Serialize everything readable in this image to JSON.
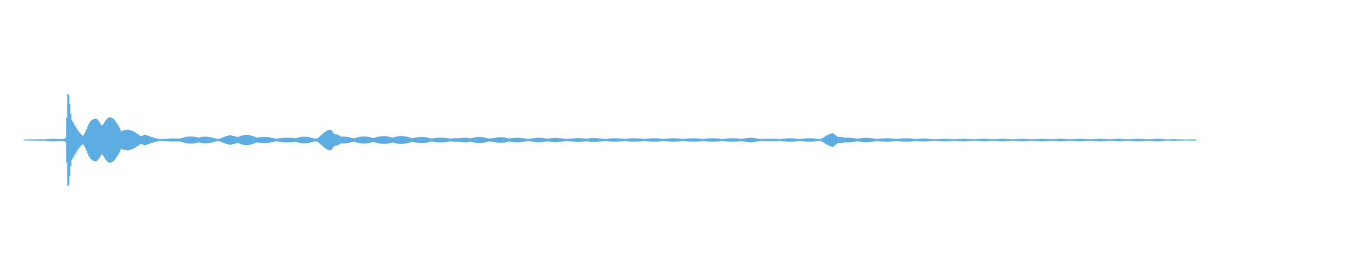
{
  "chart_data": {
    "type": "area",
    "description_kind": "audio-waveform",
    "title": "",
    "xlabel": "",
    "ylabel": "",
    "grid": false,
    "axes_visible": false,
    "legend": "none",
    "color": "#5dade2",
    "x_range": [
      0,
      1
    ],
    "y_range": [
      -1,
      1
    ],
    "series": [
      {
        "x": [
          0.0,
          0.01,
          0.02,
          0.03,
          0.035,
          0.037,
          0.04,
          0.043,
          0.046,
          0.05,
          0.055,
          0.062,
          0.066,
          0.072,
          0.08,
          0.086,
          0.091,
          0.097,
          0.103,
          0.108,
          0.114,
          0.12,
          0.128,
          0.135,
          0.142,
          0.15,
          0.165,
          0.175,
          0.185,
          0.195,
          0.205,
          0.215,
          0.225,
          0.235,
          0.25,
          0.262,
          0.27,
          0.28,
          0.29,
          0.3,
          0.31,
          0.32,
          0.335,
          0.345,
          0.355,
          0.366,
          0.37,
          0.378,
          0.39,
          0.4,
          0.41,
          0.42,
          0.43,
          0.44,
          0.45,
          0.46,
          0.47,
          0.48,
          0.49,
          0.5,
          0.515,
          0.53,
          0.545,
          0.56,
          0.575,
          0.59,
          0.605,
          0.62,
          0.635,
          0.65,
          0.665,
          0.68,
          0.69,
          0.7,
          0.715,
          0.73,
          0.745,
          0.76,
          0.775,
          0.79,
          0.805,
          0.82,
          0.835,
          0.85,
          0.865,
          0.88,
          0.895,
          0.91,
          0.925,
          0.94,
          0.955,
          0.97,
          0.985,
          1.0
        ],
        "y": [
          0.01,
          0.01,
          0.02,
          0.02,
          0.04,
          1.0,
          0.35,
          0.25,
          0.18,
          0.12,
          0.3,
          0.4,
          0.42,
          0.4,
          0.32,
          0.2,
          0.16,
          0.13,
          0.1,
          0.05,
          0.03,
          0.02,
          0.03,
          0.05,
          0.06,
          0.07,
          0.03,
          0.08,
          0.09,
          0.08,
          0.05,
          0.04,
          0.04,
          0.06,
          0.04,
          0.22,
          0.06,
          0.05,
          0.06,
          0.06,
          0.07,
          0.07,
          0.05,
          0.05,
          0.04,
          0.04,
          0.03,
          0.05,
          0.05,
          0.04,
          0.05,
          0.04,
          0.03,
          0.04,
          0.04,
          0.03,
          0.03,
          0.04,
          0.03,
          0.03,
          0.03,
          0.03,
          0.03,
          0.03,
          0.03,
          0.03,
          0.03,
          0.04,
          0.02,
          0.03,
          0.03,
          0.03,
          0.13,
          0.04,
          0.04,
          0.03,
          0.03,
          0.03,
          0.02,
          0.02,
          0.02,
          0.02,
          0.02,
          0.02,
          0.02,
          0.02,
          0.02,
          0.02,
          0.02,
          0.02,
          0.02,
          0.02,
          0.01,
          0.01
        ]
      }
    ]
  }
}
